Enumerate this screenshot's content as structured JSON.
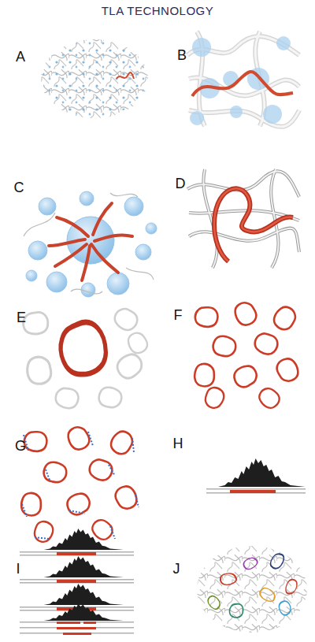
{
  "diagram": {
    "title": "TLA TECHNOLOGY",
    "labels": [
      "A",
      "B",
      "C",
      "D",
      "E",
      "F",
      "G",
      "H",
      "I",
      "J"
    ]
  }
}
